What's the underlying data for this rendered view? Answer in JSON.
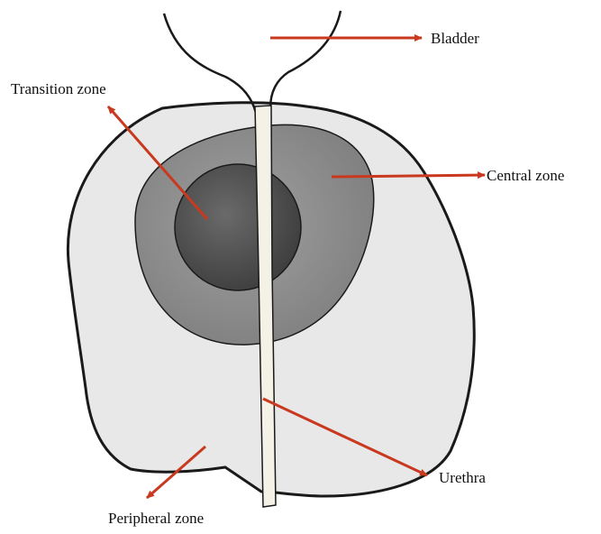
{
  "diagram": {
    "labels": {
      "bladder": "Bladder",
      "transition_zone": "Transition zone",
      "central_zone": "Central zone",
      "urethra": "Urethra",
      "peripheral_zone": "Peripheral zone"
    },
    "colors": {
      "arrow": "#c8391f",
      "outline": "#1a1a1a",
      "peripheral_fill": "#e8e8e8",
      "central_fill": "#8c8c8c",
      "transition_fill": "#505050",
      "urethra_fill": "#f4f1e6"
    }
  }
}
